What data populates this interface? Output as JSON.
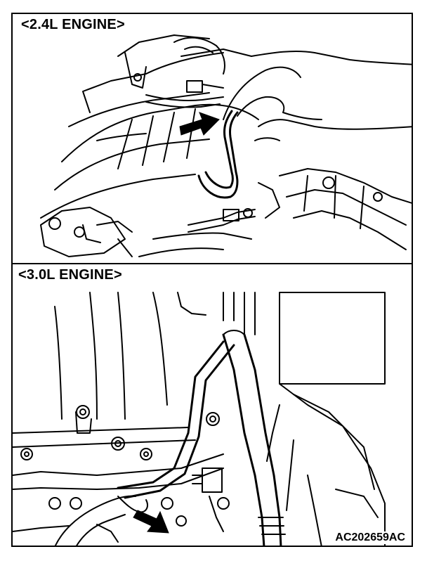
{
  "panels": {
    "top": {
      "label": "<2.4L ENGINE>"
    },
    "bottom": {
      "label": "<3.0L ENGINE>"
    }
  },
  "figure_code": "AC202659AC",
  "colors": {
    "ink": "#000000",
    "paper": "#ffffff"
  },
  "icons": [
    "arrow-indicator-icon"
  ]
}
